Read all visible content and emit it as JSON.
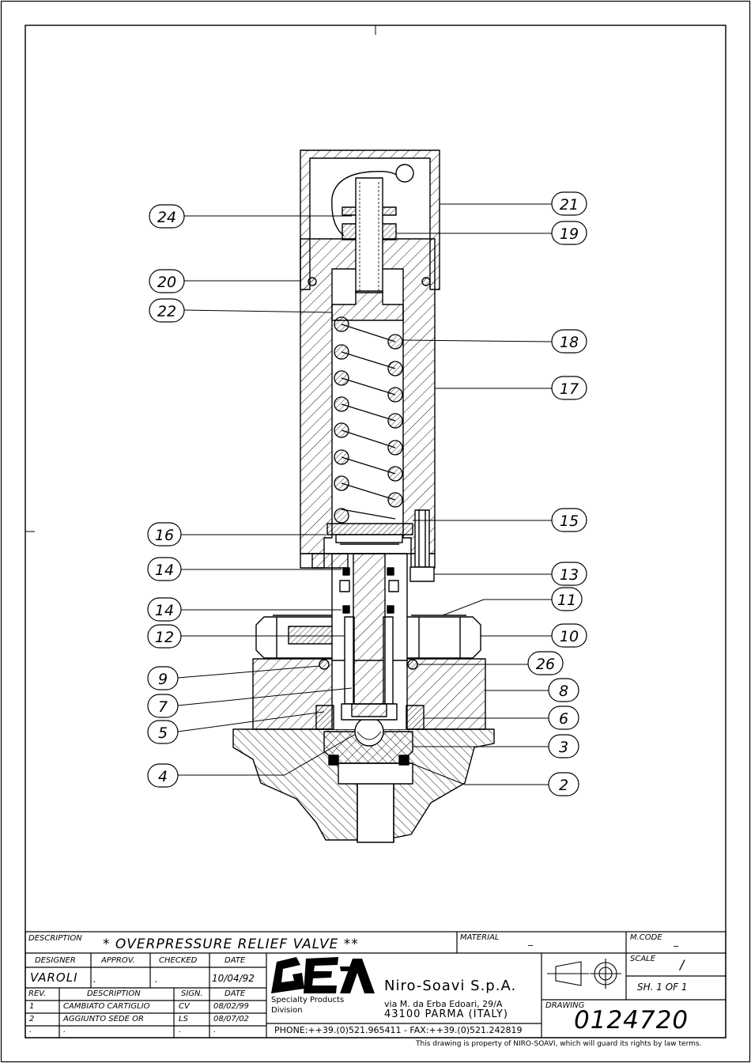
{
  "callouts": [
    {
      "num": "24"
    },
    {
      "num": "20"
    },
    {
      "num": "22"
    },
    {
      "num": "16"
    },
    {
      "num": "14"
    },
    {
      "num": "14"
    },
    {
      "num": "12"
    },
    {
      "num": "9"
    },
    {
      "num": "7"
    },
    {
      "num": "5"
    },
    {
      "num": "4"
    },
    {
      "num": "21"
    },
    {
      "num": "19"
    },
    {
      "num": "18"
    },
    {
      "num": "17"
    },
    {
      "num": "15"
    },
    {
      "num": "13"
    },
    {
      "num": "11"
    },
    {
      "num": "10"
    },
    {
      "num": "26"
    },
    {
      "num": "8"
    },
    {
      "num": "6"
    },
    {
      "num": "3"
    },
    {
      "num": "2"
    }
  ],
  "title_block": {
    "description_label": "DESCRIPTION",
    "description": "* OVERPRESSURE RELIEF VALVE **",
    "material_label": "MATERIAL",
    "material": "_",
    "mcode_label": "M.CODE",
    "mcode": "_",
    "designer_label": "DESIGNER",
    "approv_label": "APPROV.",
    "checked_label": "CHECKED",
    "date_label": "DATE",
    "designer": "VAROLI",
    "approv": ".",
    "checked": ".",
    "date": "10/04/92",
    "rev_label": "REV.",
    "rev_desc_label": "DESCRIPTION",
    "sign_label": "SIGN.",
    "rev_date_label": "DATE",
    "revisions": [
      {
        "rev": "1",
        "desc": "CAMBIATO CARTIGLIO",
        "sign": "CV",
        "date": "08/02/99"
      },
      {
        "rev": "2",
        "desc": "AGGIUNTO SEDE OR",
        "sign": "LS",
        "date": "08/07/02"
      },
      {
        "rev": ".",
        "desc": ".",
        "sign": ".",
        "date": "."
      }
    ],
    "logo_text": "GEA",
    "division_line1": "Specialty Products",
    "division_line2": "Division",
    "company": "Niro-Soavi S.p.A.",
    "address1": "via M. da Erba Edoari, 29/A",
    "address2": "43100 PARMA (ITALY)",
    "phone": "PHONE:++39.(0)521.965411 - FAX:++39.(0)521.242819",
    "scale_label": "SCALE",
    "scale": "/",
    "sheet": "SH. 1 OF 1",
    "drawing_label": "DRAWING",
    "drawing_number": "0124720",
    "property_note": "This drawing is property of NIRO-SOAVI, which will guard its rights by law terms."
  },
  "colors": {
    "ink": "#000000",
    "paper": "#ffffff"
  }
}
